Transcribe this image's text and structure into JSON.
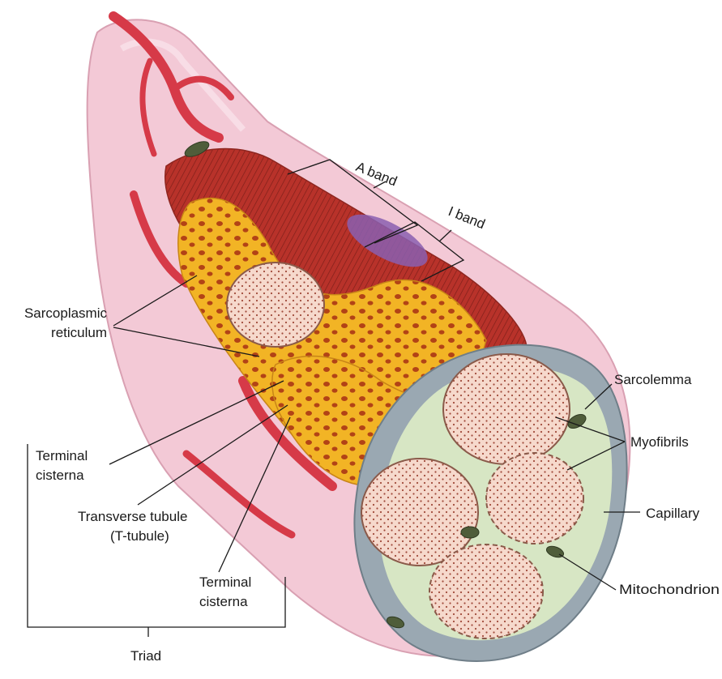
{
  "labels": {
    "a_band": "A band",
    "i_band": "I band",
    "sarcoplasmic_reticulum_line1": "Sarcoplasmic",
    "sarcoplasmic_reticulum_line2": "reticulum",
    "sarcolemma": "Sarcolemma",
    "myofibrils": "Myofibrils",
    "terminal_cisterna_left_line1": "Terminal",
    "terminal_cisterna_left_line2": "cisterna",
    "transverse_tubule_line1": "Transverse tubule",
    "transverse_tubule_line2": "(T-tubule)",
    "terminal_cisterna_right_line1": "Terminal",
    "terminal_cisterna_right_line2": "cisterna",
    "capillary": "Capillary",
    "mitochondrion": "Mitochondrion",
    "triad": "Triad"
  },
  "colors": {
    "sarcolemma": "#f3c9d6",
    "muscle": "#b8322a",
    "reticulum": "#f2b425",
    "myofibril": "#f6d9cc",
    "membrane_gray": "#9aa8b2",
    "blood_vessel": "#d63a48"
  }
}
